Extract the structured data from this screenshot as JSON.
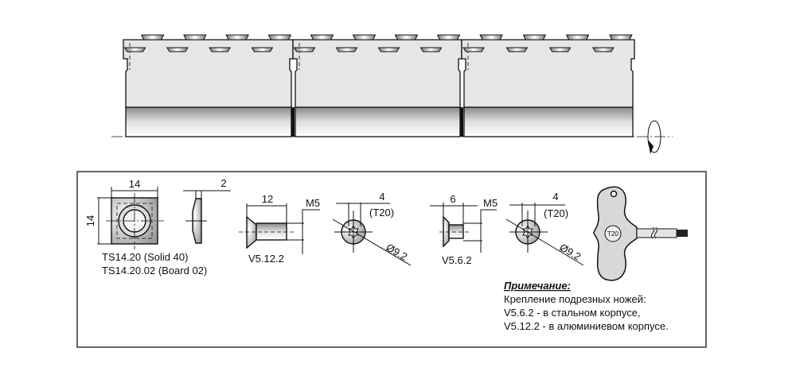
{
  "insert": {
    "dim_width": "14",
    "dim_height": "14",
    "dim_thickness": "2",
    "label_1": "TS14.20 (Solid 40)",
    "label_2": "TS14.20.02 (Board 02)"
  },
  "screw_long": {
    "dim_length": "12",
    "thread": "M5",
    "label": "V5.12.2"
  },
  "screw_head_1": {
    "dim_drive": "4",
    "drive": "(T20)",
    "diameter": "Ø9.2"
  },
  "screw_short": {
    "dim_length": "6",
    "thread": "M5",
    "label": "V5.6.2"
  },
  "screw_head_2": {
    "dim_drive": "4",
    "drive": "(T20)",
    "diameter": "Ø9.2"
  },
  "key": {
    "label": "T20"
  },
  "note": {
    "title": "Примечание:",
    "line_1": "Крепление подрезных ножей:",
    "line_2": "V5.6.2 - в стальном корпусе,",
    "line_3": "V5.12.2 - в алюминиевом корпусе."
  },
  "colors": {
    "body": "#e6e6e6",
    "line": "#111111"
  }
}
